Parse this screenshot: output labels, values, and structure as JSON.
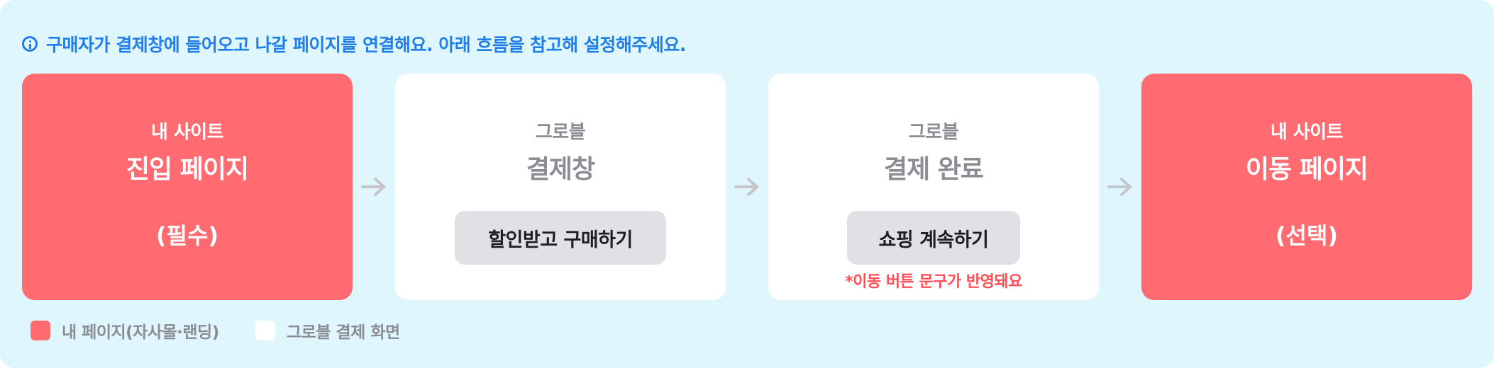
{
  "info": {
    "icon": "info-circle-icon",
    "message": "구매자가 결제창에 들어오고 나갈 페이지를 연결해요. 아래 흐름을 참고해 설정해주세요."
  },
  "colors": {
    "my_page": "#ff6b70",
    "grbl_page": "#ffffff",
    "info_blue": "#1f7ee8",
    "warning_red": "#ff4e55",
    "background": "#dff6fd"
  },
  "steps": [
    {
      "owner": "내 사이트",
      "title": "진입 페이지",
      "note": "(필수)"
    },
    {
      "owner": "그로블",
      "title": "결제창",
      "button": "할인받고 구매하기"
    },
    {
      "owner": "그로블",
      "title": "결제 완료",
      "button": "쇼핑 계속하기",
      "sub": "*이동 버튼 문구가 반영돼요"
    },
    {
      "owner": "내 사이트",
      "title": "이동 페이지",
      "note": "(선택)"
    }
  ],
  "legend": [
    {
      "label": "내 페이지(자사몰·랜딩)",
      "color": "#ff6b70"
    },
    {
      "label": "그로블 결제 화면",
      "color": "#ffffff"
    }
  ]
}
